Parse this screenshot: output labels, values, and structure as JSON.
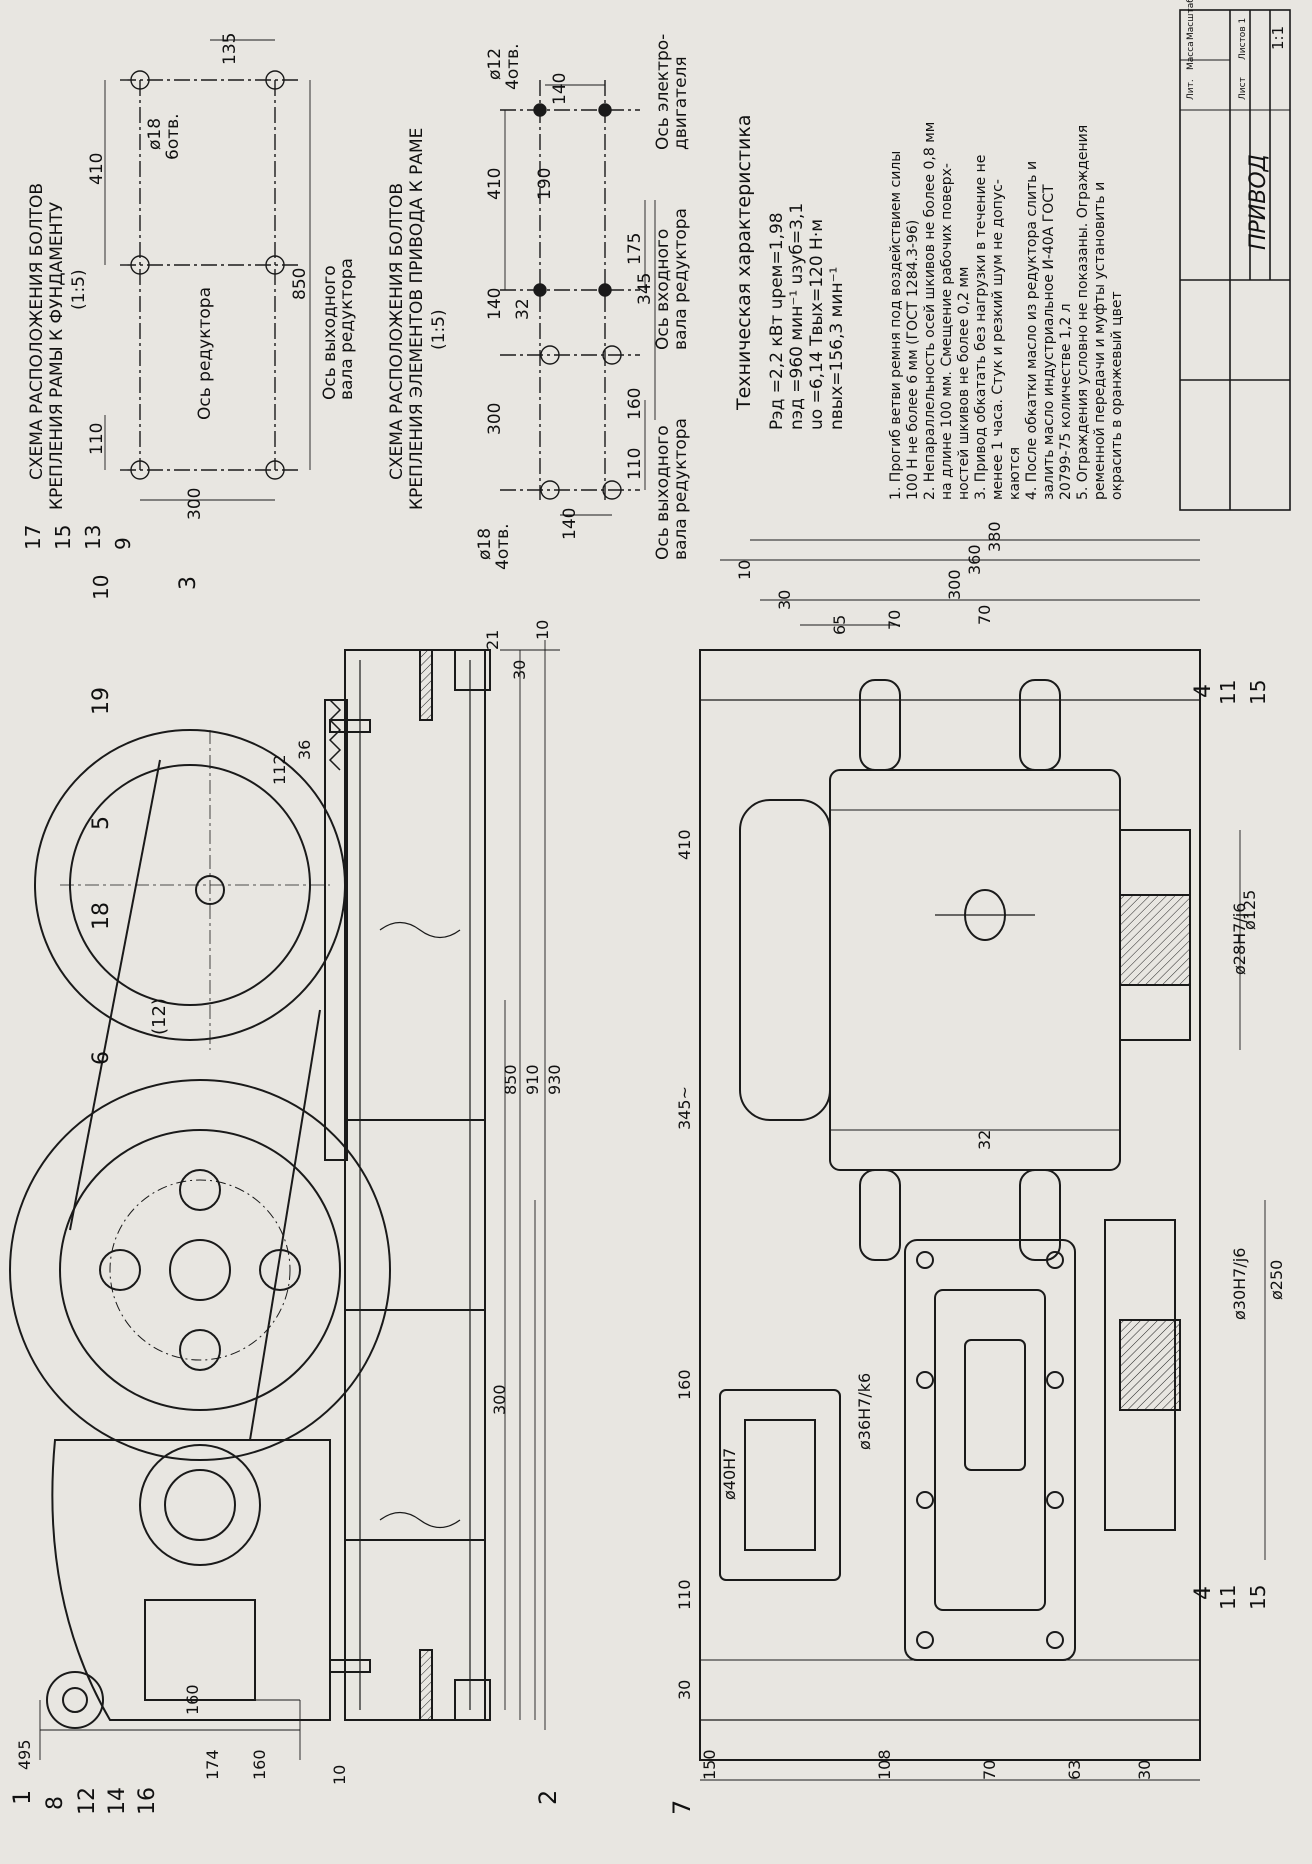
{
  "callouts": {
    "left": [
      "1",
      "8",
      "12",
      "14",
      "16",
      "2",
      "7"
    ],
    "top": [
      "19",
      "5",
      "18",
      "6",
      "3",
      "10",
      "17",
      "15",
      "13",
      "9"
    ],
    "bottom": [
      "4",
      "11",
      "15"
    ],
    "belt_span": "(12)"
  },
  "front_view": {
    "dims": {
      "d495": "495",
      "d160a": "160",
      "d174": "174",
      "d160b": "160",
      "d10": "10",
      "d300": "300",
      "d850": "850",
      "d910": "910",
      "d930": "930",
      "d30": "30",
      "d21": "21",
      "d112": "112",
      "d36": "36",
      "d10b": "10"
    }
  },
  "plan_view": {
    "dims": {
      "d150": "150",
      "d108": "108",
      "d70": "70",
      "d63": "63",
      "d30": "30",
      "d30b": "30",
      "d110": "110",
      "d160": "160",
      "d345": "345~",
      "d410": "410",
      "d32": "32",
      "d10": "10",
      "d30c": "30",
      "d65": "65",
      "d70b": "70",
      "d70c": "70",
      "d300": "300",
      "d360": "360",
      "d380": "380"
    },
    "fits": {
      "f40": "ø40H7",
      "f36": "ø36H7/k6",
      "f30": "ø30H7/j6",
      "f250": "ø250",
      "f28": "ø28H7/j6",
      "f125": "ø125"
    }
  },
  "scheme1": {
    "title_lines": [
      "СХЕМА РАСПОЛОЖЕНИЯ БОЛТОВ",
      "КРЕПЛЕНИЯ РАМЫ К ФУНДАМЕНТУ",
      "(1:5)"
    ],
    "axis_reducer": "Ось редуктора",
    "axis_output": [
      "Ось выходного",
      "вала редуктора"
    ],
    "holes": [
      "ø18",
      "6отв."
    ],
    "dims": {
      "d135": "135",
      "d410": "410",
      "d850": "850",
      "d110": "110",
      "d300": "300"
    }
  },
  "scheme2": {
    "title_lines": [
      "СХЕМА РАСПОЛОЖЕНИЯ БОЛТОВ",
      "КРЕПЛЕНИЯ ЭЛЕМЕНТОВ ПРИВОДА К РАМЕ",
      "(1:5)"
    ],
    "holes_top": [
      "ø12",
      "4отв."
    ],
    "holes_bottom": [
      "ø18",
      "4отв."
    ],
    "axis_motor": [
      "Ось электро-",
      "двигателя"
    ],
    "axis_input": [
      "Ось входного",
      "вала редуктора"
    ],
    "axis_output": [
      "Ось выходного",
      "вала редуктора"
    ],
    "dims": {
      "d140a": "140",
      "d190": "190",
      "d410": "410",
      "d175": "175",
      "d345": "345",
      "d32": "32",
      "d140b": "140",
      "d300": "300",
      "d160": "160",
      "d110": "110",
      "d140c": "140"
    }
  },
  "specs": {
    "heading": "Техническая характеристика",
    "lines": [
      "Pэд =2,2 кВт        uрем=1,98",
      "nэд =960 мин⁻¹      uзуб=3,1",
      "uо =6,14             Tвых=120 Н·м",
      "                          nвых=156,3 мин⁻¹"
    ]
  },
  "notes": [
    "1. Прогиб ветви ремня под воздействием силы",
    "100 Н не более 6 мм (ГОСТ 1284.3-96)",
    "2. Непараллельность осей шкивов не более 0,8 мм",
    "на длине 100 мм. Смещение рабочих поверх-",
    "ностей шкивов не более 0,2 мм",
    "3. Привод обкатать без нагрузки в течение не",
    "менее 1 часа. Стук и резкий шум не допус-",
    "каются",
    "4. После обкатки масло из редуктора слить и",
    "залить масло индустриальное И-40А ГОСТ",
    "20799-75 количестве 1,2 л",
    "5. Ограждения условно не показаны. Ограждения",
    "ременной передачи и муфты установить и",
    "окрасить в оранжевый цвет"
  ],
  "title_block": {
    "name": "ПРИВОД",
    "scale": "1:1",
    "col_labels": [
      "Лит.",
      "Масса",
      "Масштаб"
    ],
    "sheet": [
      "Лист",
      "Листов 1"
    ]
  }
}
